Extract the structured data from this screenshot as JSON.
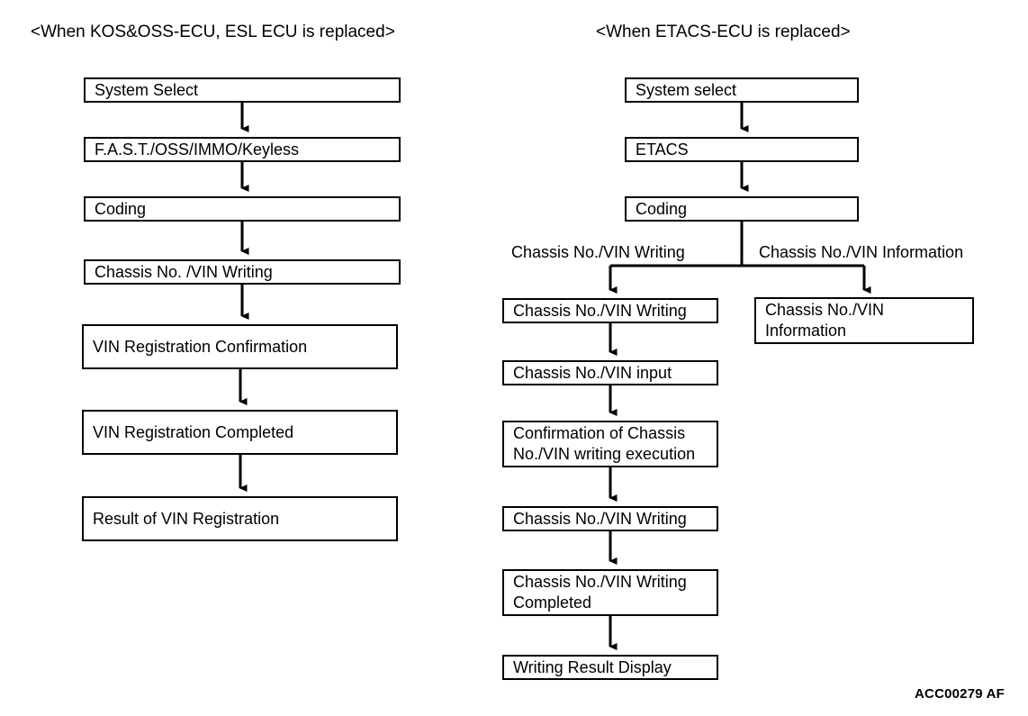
{
  "document": {
    "figure_code": "ACC00279 AF",
    "background_color": "#ffffff",
    "line_color": "#000000",
    "text_color": "#000000"
  },
  "left_flow": {
    "heading": "<When KOS&OSS-ECU, ESL ECU is replaced>",
    "nodes": [
      {
        "id": "l1",
        "lines": [
          "System Select"
        ]
      },
      {
        "id": "l2",
        "lines": [
          "F.A.S.T./OSS/IMMO/Keyless"
        ]
      },
      {
        "id": "l3",
        "lines": [
          "Coding"
        ]
      },
      {
        "id": "l4",
        "lines": [
          "Chassis No. /VIN Writing"
        ]
      },
      {
        "id": "l5",
        "lines": [
          "VIN Registration Confirmation"
        ]
      },
      {
        "id": "l6",
        "lines": [
          "VIN Registration Completed"
        ]
      },
      {
        "id": "l7",
        "lines": [
          "Result of VIN Registration"
        ]
      }
    ]
  },
  "right_flow": {
    "heading": "<When ETACS-ECU is replaced>",
    "nodes": [
      {
        "id": "r1",
        "lines": [
          "System select"
        ]
      },
      {
        "id": "r2",
        "lines": [
          "ETACS"
        ]
      },
      {
        "id": "r3",
        "lines": [
          "Coding"
        ]
      },
      {
        "id": "r4",
        "lines": [
          "Chassis No./VIN Writing"
        ]
      },
      {
        "id": "r5",
        "lines": [
          "Chassis No./VIN input"
        ]
      },
      {
        "id": "r6",
        "lines": [
          "Confirmation of Chassis",
          "No./VIN writing execution"
        ]
      },
      {
        "id": "r7",
        "lines": [
          "Chassis No./VIN Writing"
        ]
      },
      {
        "id": "r8",
        "lines": [
          "Chassis No./VIN Writing",
          "Completed"
        ]
      },
      {
        "id": "r9",
        "lines": [
          "Writing Result Display"
        ]
      }
    ],
    "branch_nodes": [
      {
        "id": "b1",
        "lines": [
          "Chassis No./VIN",
          "Information"
        ]
      }
    ],
    "branch_labels": [
      {
        "id": "bl-left",
        "text": "Chassis No./VIN Writing"
      },
      {
        "id": "bl-right",
        "text": "Chassis No./VIN Information"
      }
    ]
  }
}
